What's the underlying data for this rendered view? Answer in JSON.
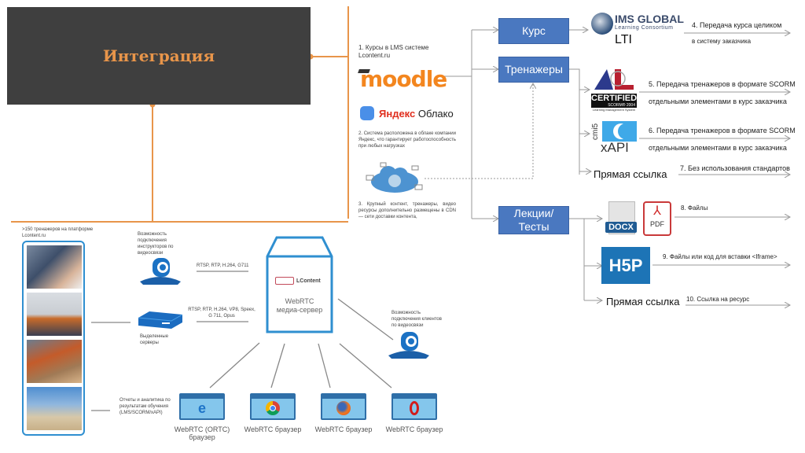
{
  "title": "Интеграция",
  "lms": {
    "item1": "1. Курсы в LMS системе Lcontent.ru",
    "moodle_logo": "moodle",
    "yandex_logo_brand": "Яндекс",
    "yandex_logo_product": "Облако",
    "item2": "2. Система расположена в облаке компании Яндекс, что гарантирует работоспособность при любых нагрузках",
    "item3": "3. Крупный контент, тренажеры, видео ресурсы дополнительно размещены в CDN — сети доставки контента,"
  },
  "categories": {
    "course": "Курс",
    "trainers": "Тренажеры",
    "lectures_line1": "Лекции/",
    "lectures_line2": "Тесты"
  },
  "standards": {
    "ims_title": "IMS GLOBAL",
    "ims_subtitle": "Learning Consortium",
    "lti": "LTI",
    "adl_badge": "CERTIFIED",
    "adl_scorm": "SCORM® 2004",
    "adl_lms": "Learning Management System",
    "cmi5": "cmi5",
    "xapi": "xAPI",
    "direct_link": "Прямая ссылка",
    "docx": "DOCX",
    "pdf": "PDF",
    "h5p": "H5P",
    "direct_link_2": "Прямая ссылка"
  },
  "outputs": {
    "item4_line1": "4. Передача курса целиком",
    "item4_line2": "в систему заказчика",
    "item5_line1": "5. Передача тренажеров в формате SCORM",
    "item5_line2": "отдельными элементами в курс заказчика",
    "item6_line1": "6. Передача тренажеров в формате SCORM",
    "item6_line2": "отдельными элементами в курс заказчика",
    "item7": "7. Без использования стандартов",
    "item8": "8. Файлы",
    "item9": "9. Файлы или код для вставки <Iframe>",
    "item10": "10. Ссылка на ресурс"
  },
  "webrtc": {
    "trainers_caption": ">150 тренажеров на платформе Lcontent.ru",
    "instructors_caption": "Возможность подключения инструкторов по видеосвязи",
    "protocols_1": "RTSP, RTP, H.264, G711",
    "protocols_2": "RTSP, RTP, H.264, VP8, Speex, G 711, Opus",
    "servers_caption": "Выделенные серверы",
    "reports_caption": "Отчеты и аналитика по результатам обучения (LMS/SCORM/xAPI)",
    "lcontent_logo": "LContent",
    "server_line1": "WebRTC",
    "server_line2": "медиа-сервер",
    "clients_caption": "Возможность подключения клиентов по видеосвязи",
    "browsers": [
      {
        "name": "edge-icon",
        "label_line1": "WebRTC (ORTC)",
        "label_line2": "браузер"
      },
      {
        "name": "chrome-icon",
        "label_line1": "WebRTC браузер",
        "label_line2": ""
      },
      {
        "name": "firefox-icon",
        "label_line1": "WebRTC браузер",
        "label_line2": ""
      },
      {
        "name": "opera-icon",
        "label_line1": "WebRTC браузер",
        "label_line2": ""
      }
    ]
  },
  "colors": {
    "accent_orange": "#e8954a",
    "title_bg": "#3f3f3f",
    "category_blue": "#4a78c0",
    "connector_gray": "#9a9a9a",
    "frame_blue": "#2f8fd0"
  }
}
